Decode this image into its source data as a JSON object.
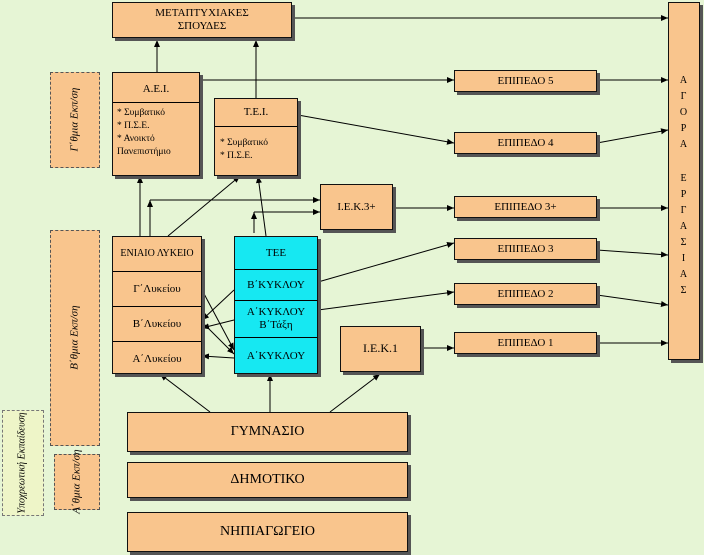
{
  "boxes": {
    "metaptyxiakes": "ΜΕΤΑΠΤΥΧΙΑΚΕΣ\nΣΠΟΥΔΕΣ",
    "aei": "Α.Ε.Ι.",
    "aei_list": "* Συμβατικό\n* Π.Σ.Ε.\n* Ανοικτό\nΠανεπιστήμιο",
    "tei": "Τ.Ε.Ι.",
    "tei_list": "* Συμβατικό\n* Π.Σ.Ε.",
    "iek3": "Ι.Ε.Κ.3+",
    "iek1": "Ι.Ε.Κ.1",
    "eniaio": "ΕΝΙΑΙΟ ΛΥΚΕΙΟ",
    "g_lykeiou": "Γ΄Λυκείου",
    "b_lykeiou": "Β΄Λυκείου",
    "a_lykeiou": "Α΄Λυκείου",
    "tee": "ΤΕΕ",
    "b_kyklou": "Β΄ΚΥΚΛΟΥ",
    "a_kyklou_b": "Α΄ΚΥΚΛΟΥ\nΒ΄Τάξη",
    "a_kyklou": "Α΄ΚΥΚΛΟΥ",
    "gymnasio": "ΓΥΜΝΑΣΙΟ",
    "dimotiko": "ΔΗΜΟΤΙΚΟ",
    "nipiagogeio": "ΝΗΠΙΑΓΩΓΕΙΟ",
    "epipedo5": "ΕΠΙΠΕΔΟ 5",
    "epipedo4": "ΕΠΙΠΕΔΟ 4",
    "epipedo3plus": "ΕΠΙΠΕΔΟ 3+",
    "epipedo3": "ΕΠΙΠΕΔΟ 3",
    "epipedo2": "ΕΠΙΠΕΔΟ 2",
    "epipedo1": "ΕΠΙΠΕΔΟ 1",
    "agora_line1": [
      "Α",
      "Γ",
      "Ο",
      "Ρ",
      "Α"
    ],
    "agora_line2": [
      "Ε",
      "Ρ",
      "Γ",
      "Α",
      "Σ",
      "Ι",
      "Α",
      "Σ"
    ]
  },
  "side_labels": {
    "tritovathmia": "Γ΄θμια\nΕκπ/ση",
    "defterovathmia": "Β΄θμια\nΕκπ/ση",
    "protovathmia": "Α΄θμια\nΕκπ/ση",
    "ypoxreotiki": "Υποχρεωτική\nΕκπαίδευση"
  },
  "colors": {
    "background": "#e6f5d5",
    "box": "#f9c58d",
    "tee": "#16e8f2",
    "green_label": "#eef5c8"
  }
}
